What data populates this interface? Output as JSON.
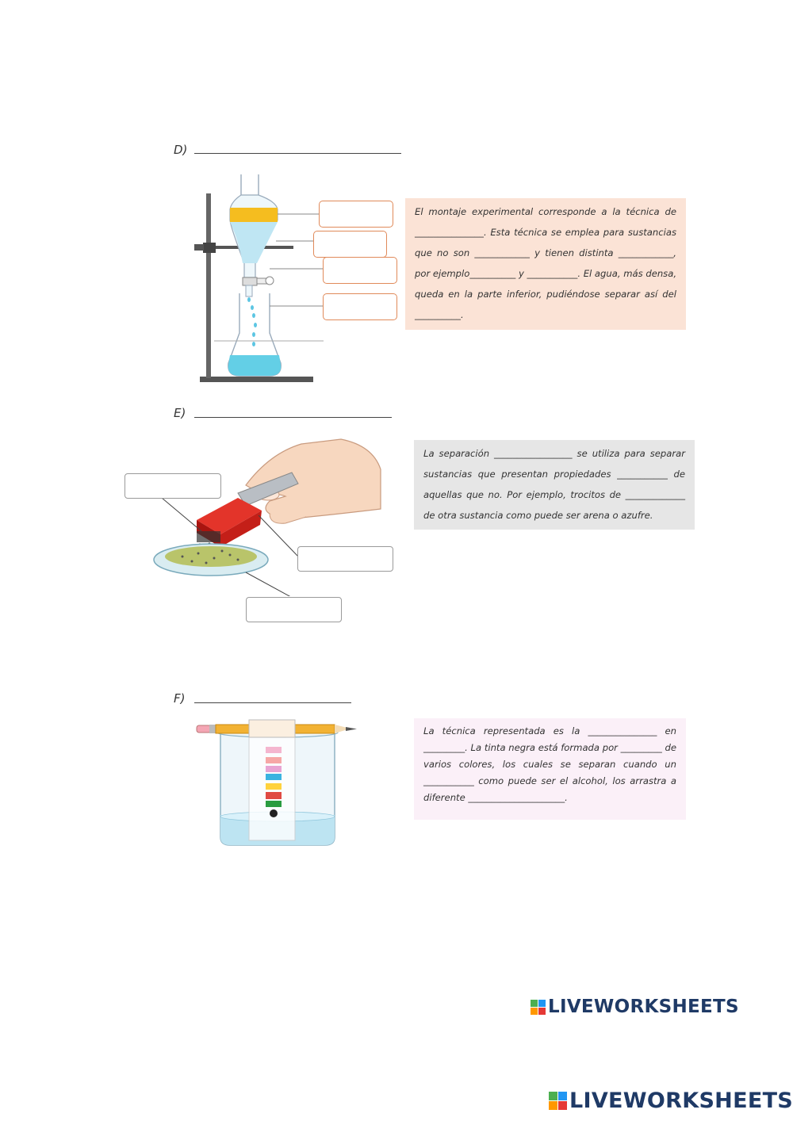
{
  "section_d": {
    "label": "D)",
    "text": "El montaje experimental corresponde a la técnica de _______________. Esta técnica se emplea para sustancias que no son ____________ y tienen distinta ____________, por ejemplo__________ y ___________. El agua, más densa, queda en la parte inferior, pudiéndose separar así del __________."
  },
  "section_e": {
    "label": "E)",
    "text": "La separación _________________ se utiliza para separar sustancias que presentan propiedades ___________ de aquellas que no. Por ejemplo, trocitos de _____________ de otra sustancia como puede ser arena o azufre."
  },
  "section_f": {
    "label": "F)",
    "text": "La técnica representada es la _______________ en _________. La tinta negra está formada por _________ de varios colores, los cuales se separan cuando un ___________ como puede ser el alcohol, los arrastra a diferente _____________________."
  },
  "footer": {
    "logo_text_1": "LIVEWORKSHEETS",
    "logo_text_2": "LIVEWORKSHEETS",
    "logo_icon": "liveworksheets-logo-icon"
  },
  "colors": {
    "box_d_bg": "#fbe3d6",
    "box_e_bg": "#e6e6e6",
    "box_f_bg": "#fbf0f8",
    "orange_border": "#e08a5a",
    "logo_blue": "#1f3a66"
  }
}
